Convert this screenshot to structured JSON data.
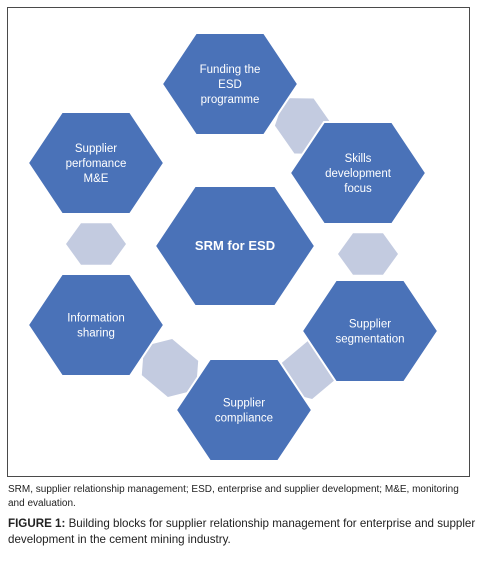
{
  "colors": {
    "hex_fill": "#4a72b8",
    "hex_stroke": "#ffffff",
    "connector_fill": "#c3cbe0"
  },
  "diagram": {
    "center": {
      "lines": [
        "SRM for ESD"
      ]
    },
    "nodes": [
      {
        "id": "funding",
        "lines": [
          "Funding the",
          "ESD",
          "programme"
        ]
      },
      {
        "id": "skills",
        "lines": [
          "Skills",
          "development",
          "focus"
        ]
      },
      {
        "id": "segmentation",
        "lines": [
          "Supplier",
          "segmentation"
        ]
      },
      {
        "id": "compliance",
        "lines": [
          "Supplier",
          "compliance"
        ]
      },
      {
        "id": "information",
        "lines": [
          "Information",
          "sharing"
        ]
      },
      {
        "id": "performance",
        "lines": [
          "Supplier",
          "perfomance",
          "M&E"
        ]
      }
    ]
  },
  "footnote": "SRM, supplier relationship management; ESD, enterprise and supplier development; M&E, monitoring and evaluation.",
  "caption": {
    "label": "FIGURE 1:",
    "text": " Building blocks for supplier relationship management for enterprise and suppler development in the cement mining industry."
  }
}
